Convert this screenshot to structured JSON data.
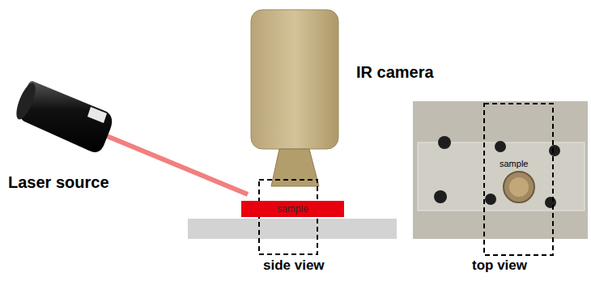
{
  "diagram": {
    "nodes": [
      {
        "text": [
          "sample"
        ]
      }
    ],
    "labels": [
      "IR camera",
      "Laser source",
      "side view",
      "sample",
      "top view"
    ]
  }
}
